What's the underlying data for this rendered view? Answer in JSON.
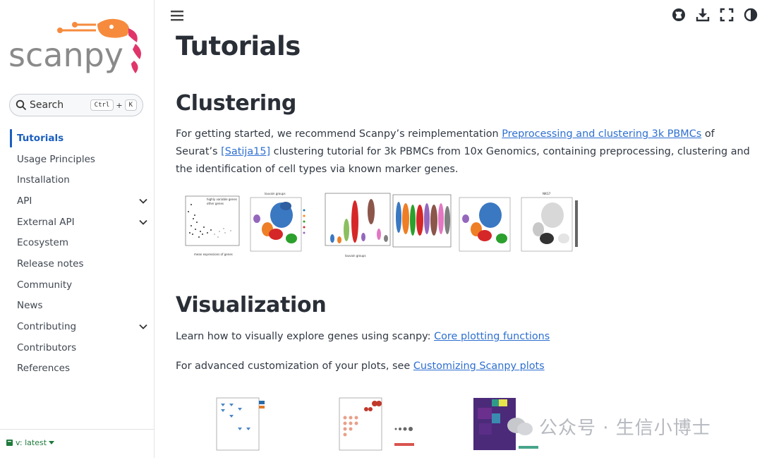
{
  "sidebar": {
    "logo_text": "scanpy",
    "search": {
      "label": "Search",
      "key1": "Ctrl",
      "plus": "+",
      "key2": "K"
    },
    "nav": [
      {
        "label": "Tutorials",
        "active": true,
        "expandable": false
      },
      {
        "label": "Usage Principles",
        "expandable": false
      },
      {
        "label": "Installation",
        "expandable": false
      },
      {
        "label": "API",
        "expandable": true
      },
      {
        "label": "External API",
        "expandable": true
      },
      {
        "label": "Ecosystem",
        "expandable": false
      },
      {
        "label": "Release notes",
        "expandable": false
      },
      {
        "label": "Community",
        "expandable": false
      },
      {
        "label": "News",
        "expandable": false
      },
      {
        "label": "Contributing",
        "expandable": true
      },
      {
        "label": "Contributors",
        "expandable": false
      },
      {
        "label": "References",
        "expandable": false
      }
    ],
    "version": "v: latest"
  },
  "topbar": {
    "icons": [
      "github-icon",
      "download-icon",
      "fullscreen-icon",
      "theme-toggle-icon"
    ]
  },
  "main": {
    "title": "Tutorials",
    "clustering": {
      "heading": "Clustering",
      "p1_pre": "For getting started, we recommend Scanpy’s reimplementation ",
      "p1_link1": "Preprocessing and clustering 3k PBMCs",
      "p1_mid": " of Seurat’s ",
      "p1_link2": "[Satija15]",
      "p1_post": " clustering tutorial for 3k PBMCs from 10x Genomics, containing preprocessing, clustering and the identification of cell types via known marker genes."
    },
    "visualization": {
      "heading": "Visualization",
      "p1_pre": "Learn how to visually explore genes using scanpy: ",
      "p1_link": "Core plotting functions",
      "p2_pre": "For advanced customization of your plots, see ",
      "p2_link": "Customizing Scanpy plots"
    }
  },
  "figures": {
    "scatter_legend": [
      "highly variable genes",
      "other genes"
    ],
    "scatter_xlabel": "mean expressions of genes",
    "umap_title": "louvain groups",
    "violin_xlabel": "louvain groups",
    "umap2_title": "NKG7"
  },
  "watermark": {
    "text": "公众号 · 生信小博士"
  },
  "colors": {
    "accent": "#1b5fbf",
    "link": "#2e6fd1",
    "logo_orange": "#f68b3e",
    "logo_pink": "#e0356b",
    "logo_gray": "#8a8a8a"
  }
}
